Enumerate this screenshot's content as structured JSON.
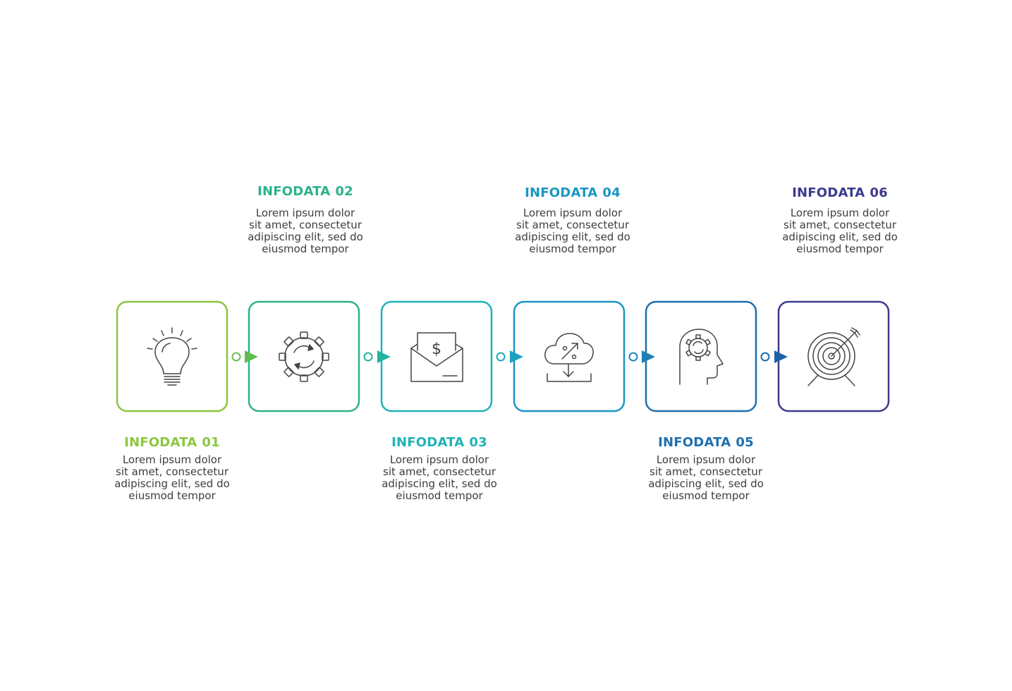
{
  "steps": [
    {
      "label": "INFODATA",
      "number": "01",
      "color": "#8cc63f",
      "icon": "lightbulb-icon",
      "text": [
        "Lorem ipsum dolor",
        "sit amet, consectetur",
        "adipiscing elit, sed do",
        "eiusmod tempor"
      ]
    },
    {
      "label": "INFODATA",
      "number": "02",
      "color": "#2bb38b",
      "icon": "gear-icon",
      "text": [
        "Lorem ipsum dolor",
        "sit amet, consectetur",
        "adipiscing elit, sed do",
        "eiusmod tempor"
      ]
    },
    {
      "label": "INFODATA",
      "number": "03",
      "color": "#1fb3b8",
      "icon": "money-envelope-icon",
      "text": [
        "Lorem ipsum dolor",
        "sit amet, consectetur",
        "adipiscing elit, sed do",
        "eiusmod tempor"
      ]
    },
    {
      "label": "INFODATA",
      "number": "04",
      "color": "#1a96c4",
      "icon": "cloud-percent-icon",
      "text": [
        "Lorem ipsum dolor",
        "sit amet, consectetur",
        "adipiscing elit, sed do",
        "eiusmod tempor"
      ]
    },
    {
      "label": "INFODATA",
      "number": "05",
      "color": "#1f6fae",
      "icon": "head-gear-icon",
      "text": [
        "Lorem ipsum dolor",
        "sit amet, consectetur",
        "adipiscing elit, sed do",
        "eiusmod tempor"
      ]
    },
    {
      "label": "INFODATA",
      "number": "06",
      "color": "#3d3a8c",
      "icon": "target-arrow-icon",
      "text": [
        "Lorem ipsum dolor",
        "sit amet, consectetur",
        "adipiscing elit, sed do",
        "eiusmod tempor"
      ]
    }
  ],
  "icon_stroke_color": "#444444"
}
